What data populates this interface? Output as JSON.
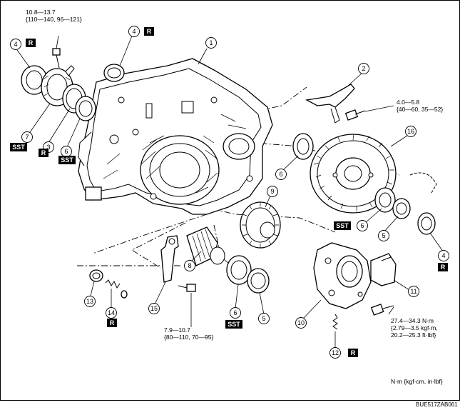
{
  "callouts": [
    {
      "id": "c1",
      "label": "1"
    },
    {
      "id": "c2",
      "label": "2"
    },
    {
      "id": "c3",
      "label": "3"
    },
    {
      "id": "c4a",
      "label": "4"
    },
    {
      "id": "c4b",
      "label": "4"
    },
    {
      "id": "c4c",
      "label": "4"
    },
    {
      "id": "c5a",
      "label": "5"
    },
    {
      "id": "c5b",
      "label": "5"
    },
    {
      "id": "c6a",
      "label": "6"
    },
    {
      "id": "c6b",
      "label": "6"
    },
    {
      "id": "c6c",
      "label": "6"
    },
    {
      "id": "c6d",
      "label": "6"
    },
    {
      "id": "c7",
      "label": "7"
    },
    {
      "id": "c8",
      "label": "8"
    },
    {
      "id": "c9",
      "label": "9"
    },
    {
      "id": "c10",
      "label": "10"
    },
    {
      "id": "c11",
      "label": "11"
    },
    {
      "id": "c12",
      "label": "12"
    },
    {
      "id": "c13",
      "label": "13"
    },
    {
      "id": "c14",
      "label": "14"
    },
    {
      "id": "c15",
      "label": "15"
    },
    {
      "id": "c16",
      "label": "16"
    }
  ],
  "badges": {
    "r_label": "R",
    "sst_label": "SST"
  },
  "torques": {
    "t1_line1": "10.8—13.7",
    "t1_line2": "{110—140, 96—121}",
    "t2_line1": "4.0—5.8",
    "t2_line2": "{40—60, 35—52}",
    "t3_line1": "7.9—10.7",
    "t3_line2": "{80—110, 70—95}",
    "t4_line1": "27.4—34.3 N·m",
    "t4_line2": "{2.79—3.5 kgf·m,",
    "t4_line3": "20.2—25.3 ft·lbf}"
  },
  "units_legend": "N·m {kgf·cm, in·lbf}",
  "figure_code": "BUE517ZAB061"
}
